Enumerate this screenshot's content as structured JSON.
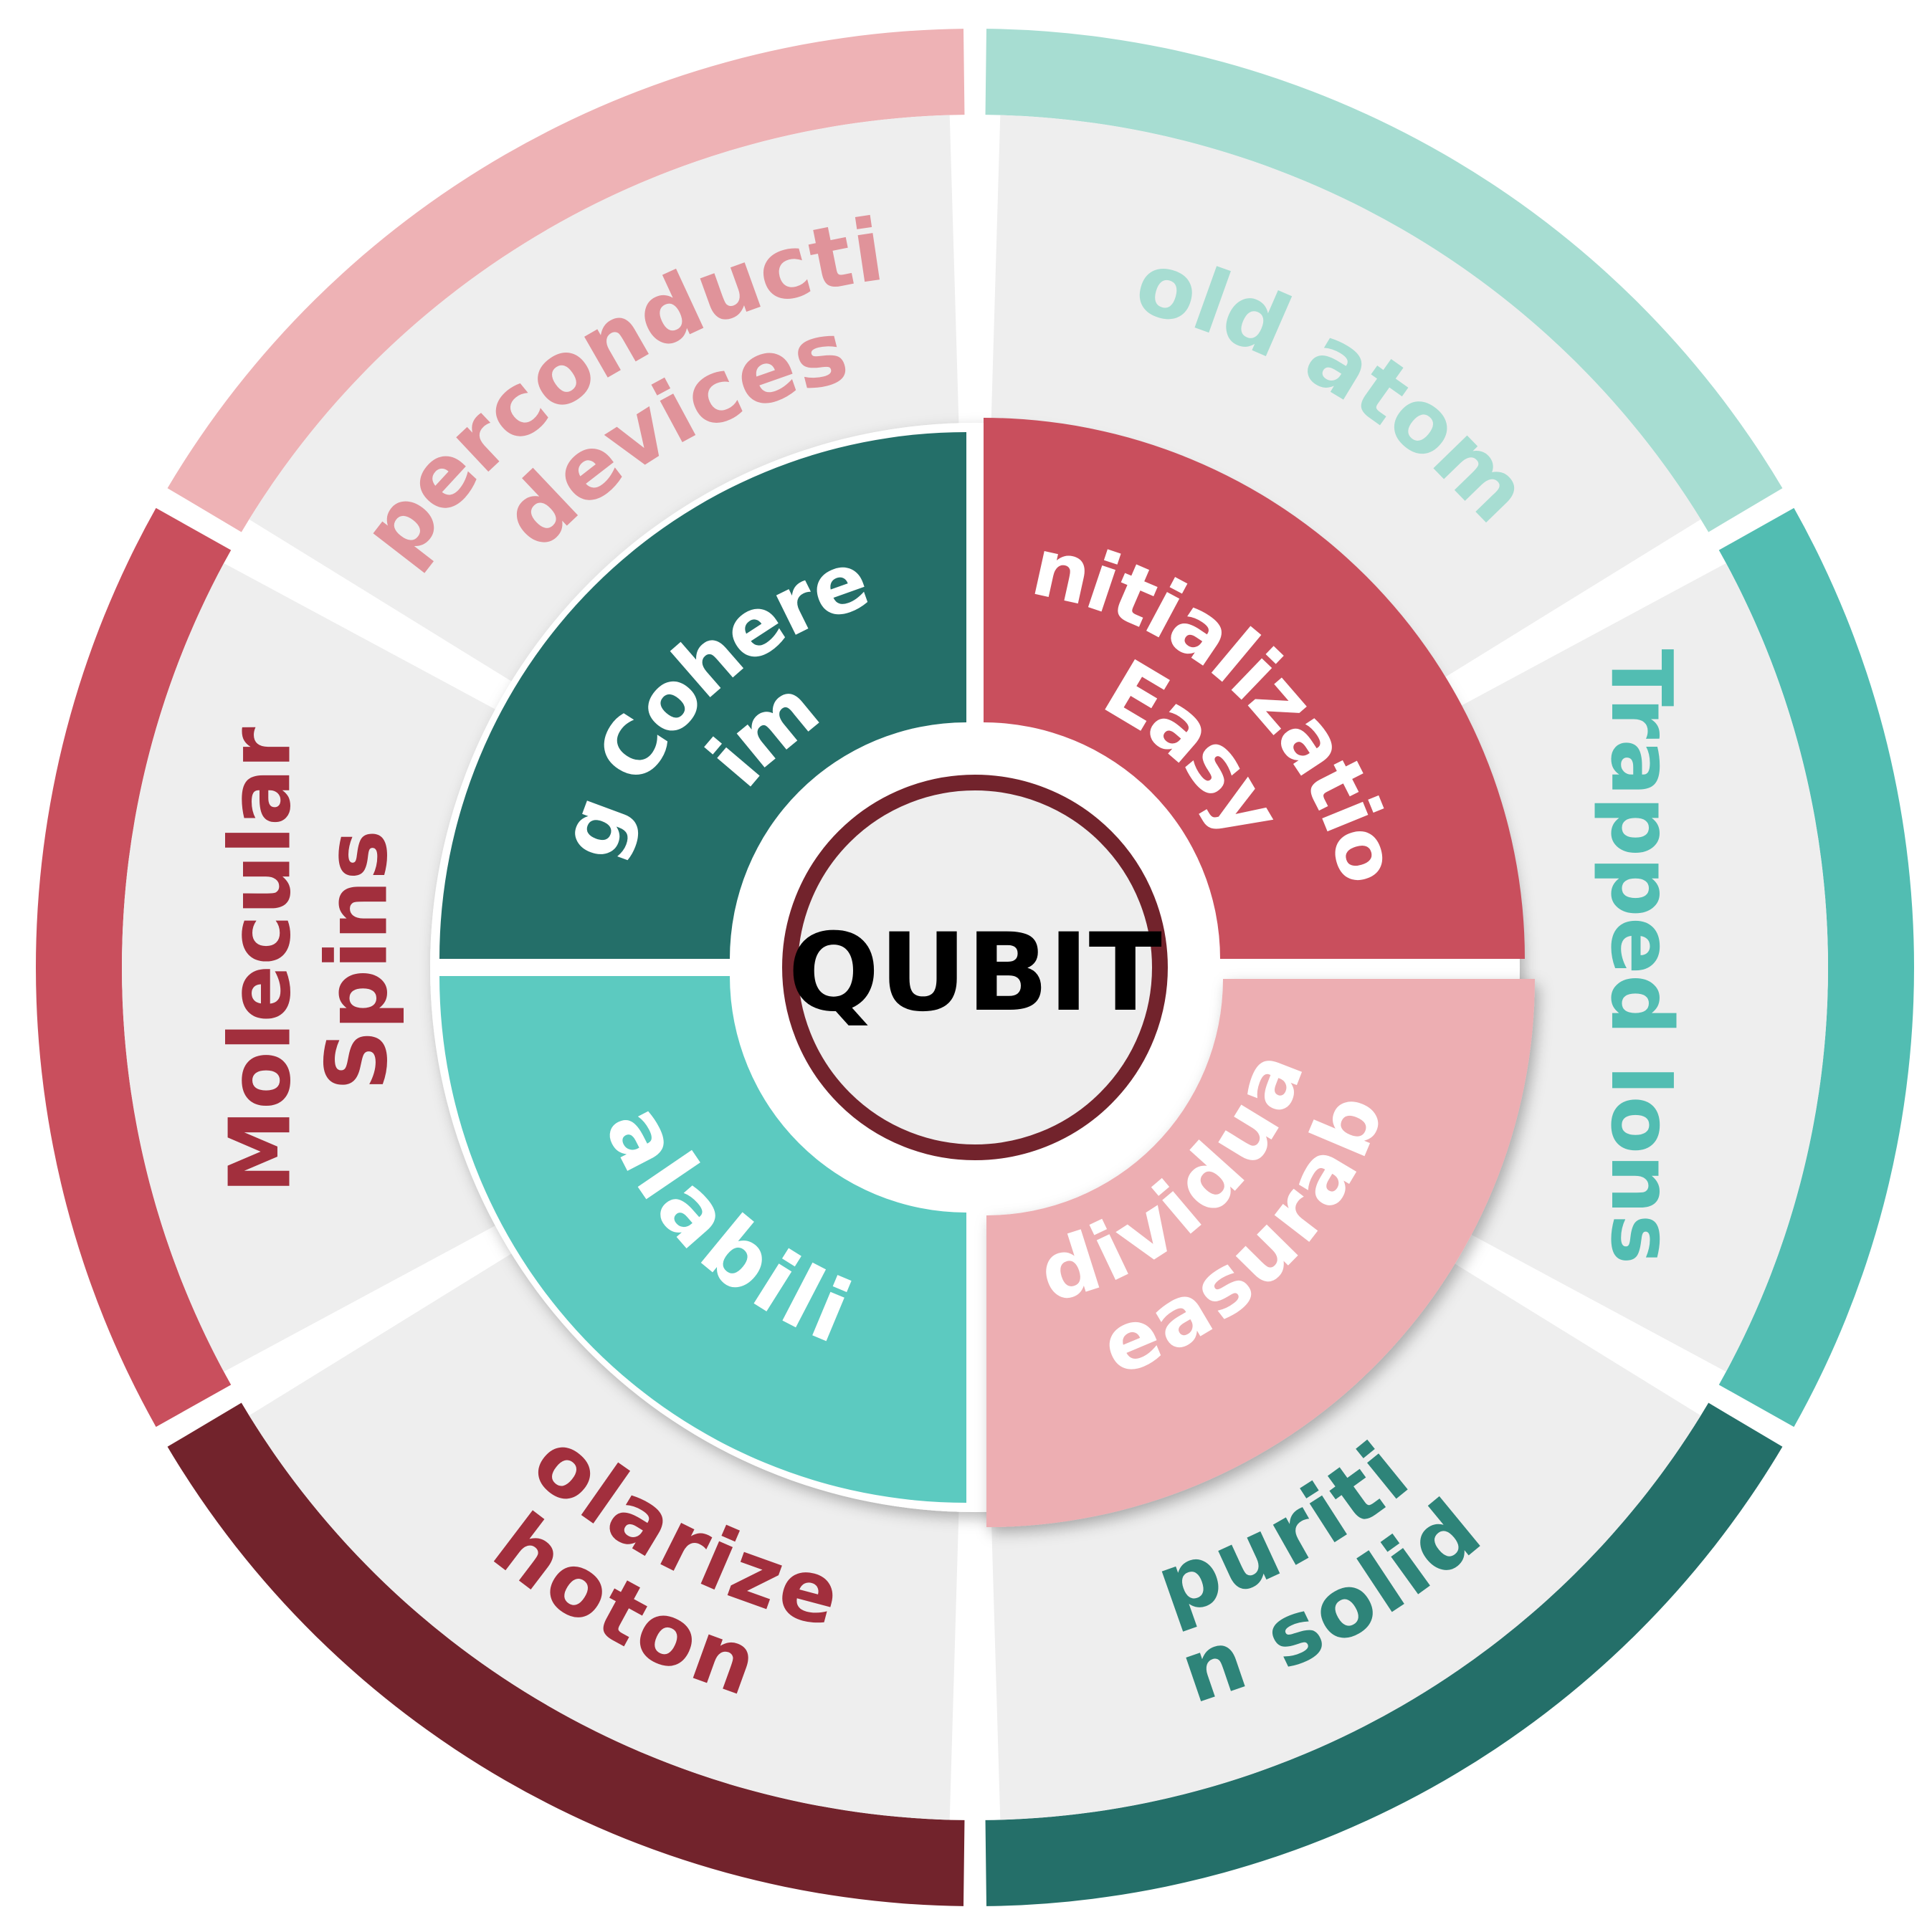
{
  "center": {
    "label": "QUBIT",
    "ring_color": "#72232c",
    "fill_color": "#eeeeee"
  },
  "properties": [
    {
      "id": "long-coherence-time",
      "lines": [
        "Long Coherence",
        "Time"
      ],
      "color": "#246f69"
    },
    {
      "id": "easy-initialization",
      "lines": [
        "Easy",
        "Initialization"
      ],
      "color": "#c94f5d"
    },
    {
      "id": "individually-measurable",
      "lines": [
        "Individually",
        "measurable"
      ],
      "color": "#edaeb2"
    },
    {
      "id": "scalability",
      "lines": [
        "Scalability"
      ],
      "color": "#5ccac0"
    }
  ],
  "platforms": [
    {
      "id": "superconducting-devices",
      "lines": [
        "Superconducting",
        "devices"
      ],
      "color": "#eeb2b5",
      "text_color": "#e0939a"
    },
    {
      "id": "cold-atoms",
      "lines": [
        "Cold atoms"
      ],
      "color": "#a7ddd2",
      "text_color": "#a7ddd2"
    },
    {
      "id": "trapped-ions",
      "lines": [
        "Trapped Ions"
      ],
      "color": "#52bdb2",
      "text_color": "#52bdb2"
    },
    {
      "id": "impurities-in-solids",
      "lines": [
        "Impurities",
        "in solids"
      ],
      "color": "#246f69",
      "text_color": "#2e8479"
    },
    {
      "id": "polarized-photons",
      "lines": [
        "Polarized",
        "Photons"
      ],
      "color": "#72232c",
      "text_color": "#a22f3d"
    },
    {
      "id": "molecular-spins",
      "lines": [
        "Molecular",
        "Spins"
      ],
      "color": "#c94f5d",
      "text_color": "#a22f3d"
    }
  ],
  "style": {
    "panel_color": "#eeeeee",
    "property_text_color": "#ffffff",
    "center_text_color": "#000000"
  }
}
